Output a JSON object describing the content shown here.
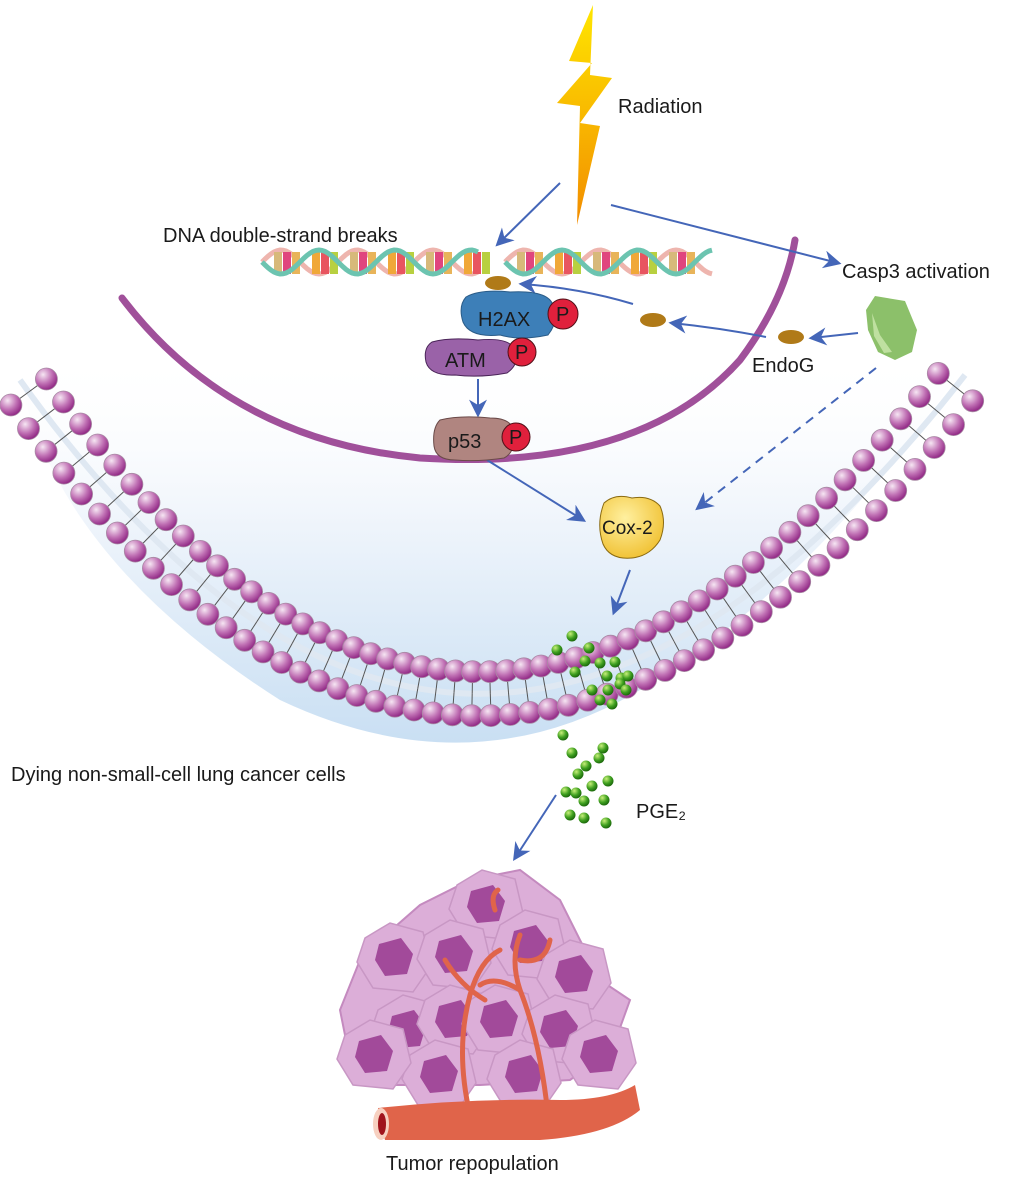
{
  "figure": {
    "labels": {
      "radiation": "Radiation",
      "dna_breaks": "DNA double-strand breaks",
      "casp3": "Casp3 activation",
      "endog": "EndoG",
      "dying_cells": "Dying non-small-cell lung cancer cells",
      "pge2": "PGE₂",
      "tumor": "Tumor repopulation"
    },
    "proteins": [
      {
        "id": "h2ax",
        "label": "H2AX",
        "phospho": "P",
        "color": "#3d7fb8"
      },
      {
        "id": "atm",
        "label": "ATM",
        "phospho": "P",
        "color": "#9a62a8"
      },
      {
        "id": "p53",
        "label": "p53",
        "phospho": "P",
        "color": "#b08580"
      },
      {
        "id": "cox2",
        "label": "Cox-2",
        "color": "#f5cf45"
      }
    ],
    "colors": {
      "arrow": "#4466b8",
      "lightning_top": "#ffe100",
      "lightning_bottom": "#f59a00",
      "nuclear_envelope": "#a0509a",
      "phospholipid_head": "#9c2f8c",
      "phosphate": "#e0203c",
      "endog": "#b07a18",
      "casp3": "#8cc06a",
      "pge2": "#3a9a1a",
      "tumor_cell": "#dcaed8",
      "tumor_nucleus": "#a24a9a",
      "vessel": "#e0644a"
    },
    "pathway_edges": [
      {
        "from": "Radiation",
        "to": "DNA double-strand breaks",
        "style": "solid"
      },
      {
        "from": "Radiation",
        "to": "Casp3 activation",
        "style": "solid"
      },
      {
        "from": "Casp3 activation",
        "to": "EndoG",
        "style": "solid"
      },
      {
        "from": "EndoG",
        "to": "DNA double-strand breaks",
        "style": "solid"
      },
      {
        "from": "ATM",
        "to": "p53",
        "style": "solid"
      },
      {
        "from": "p53",
        "to": "Cox-2",
        "style": "solid"
      },
      {
        "from": "Casp3 activation",
        "to": "Cox-2",
        "style": "dashed"
      },
      {
        "from": "Cox-2",
        "to": "PGE₂",
        "style": "solid"
      },
      {
        "from": "PGE₂",
        "to": "Tumor repopulation",
        "style": "solid"
      }
    ]
  }
}
